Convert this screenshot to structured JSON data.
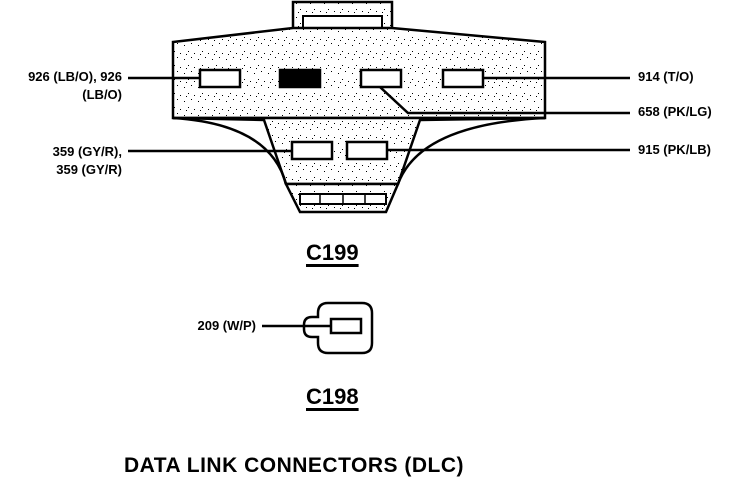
{
  "connectors": {
    "c199": {
      "name": "C199",
      "pins": {
        "left_top": "926 (LB/O), 926",
        "left_top_2": "(LB/O)",
        "left_bottom": "359 (GY/R),",
        "left_bottom_2": "359 (GY/R)",
        "right_1": "914 (T/O)",
        "right_2": "658 (PK/LG)",
        "right_3": "915 (PK/LB)"
      }
    },
    "c198": {
      "name": "C198",
      "pins": {
        "left": "209 (W/P)"
      }
    }
  },
  "title": "DATA LINK CONNECTORS (DLC)",
  "colors": {
    "ink": "#000000",
    "background": "#ffffff"
  }
}
